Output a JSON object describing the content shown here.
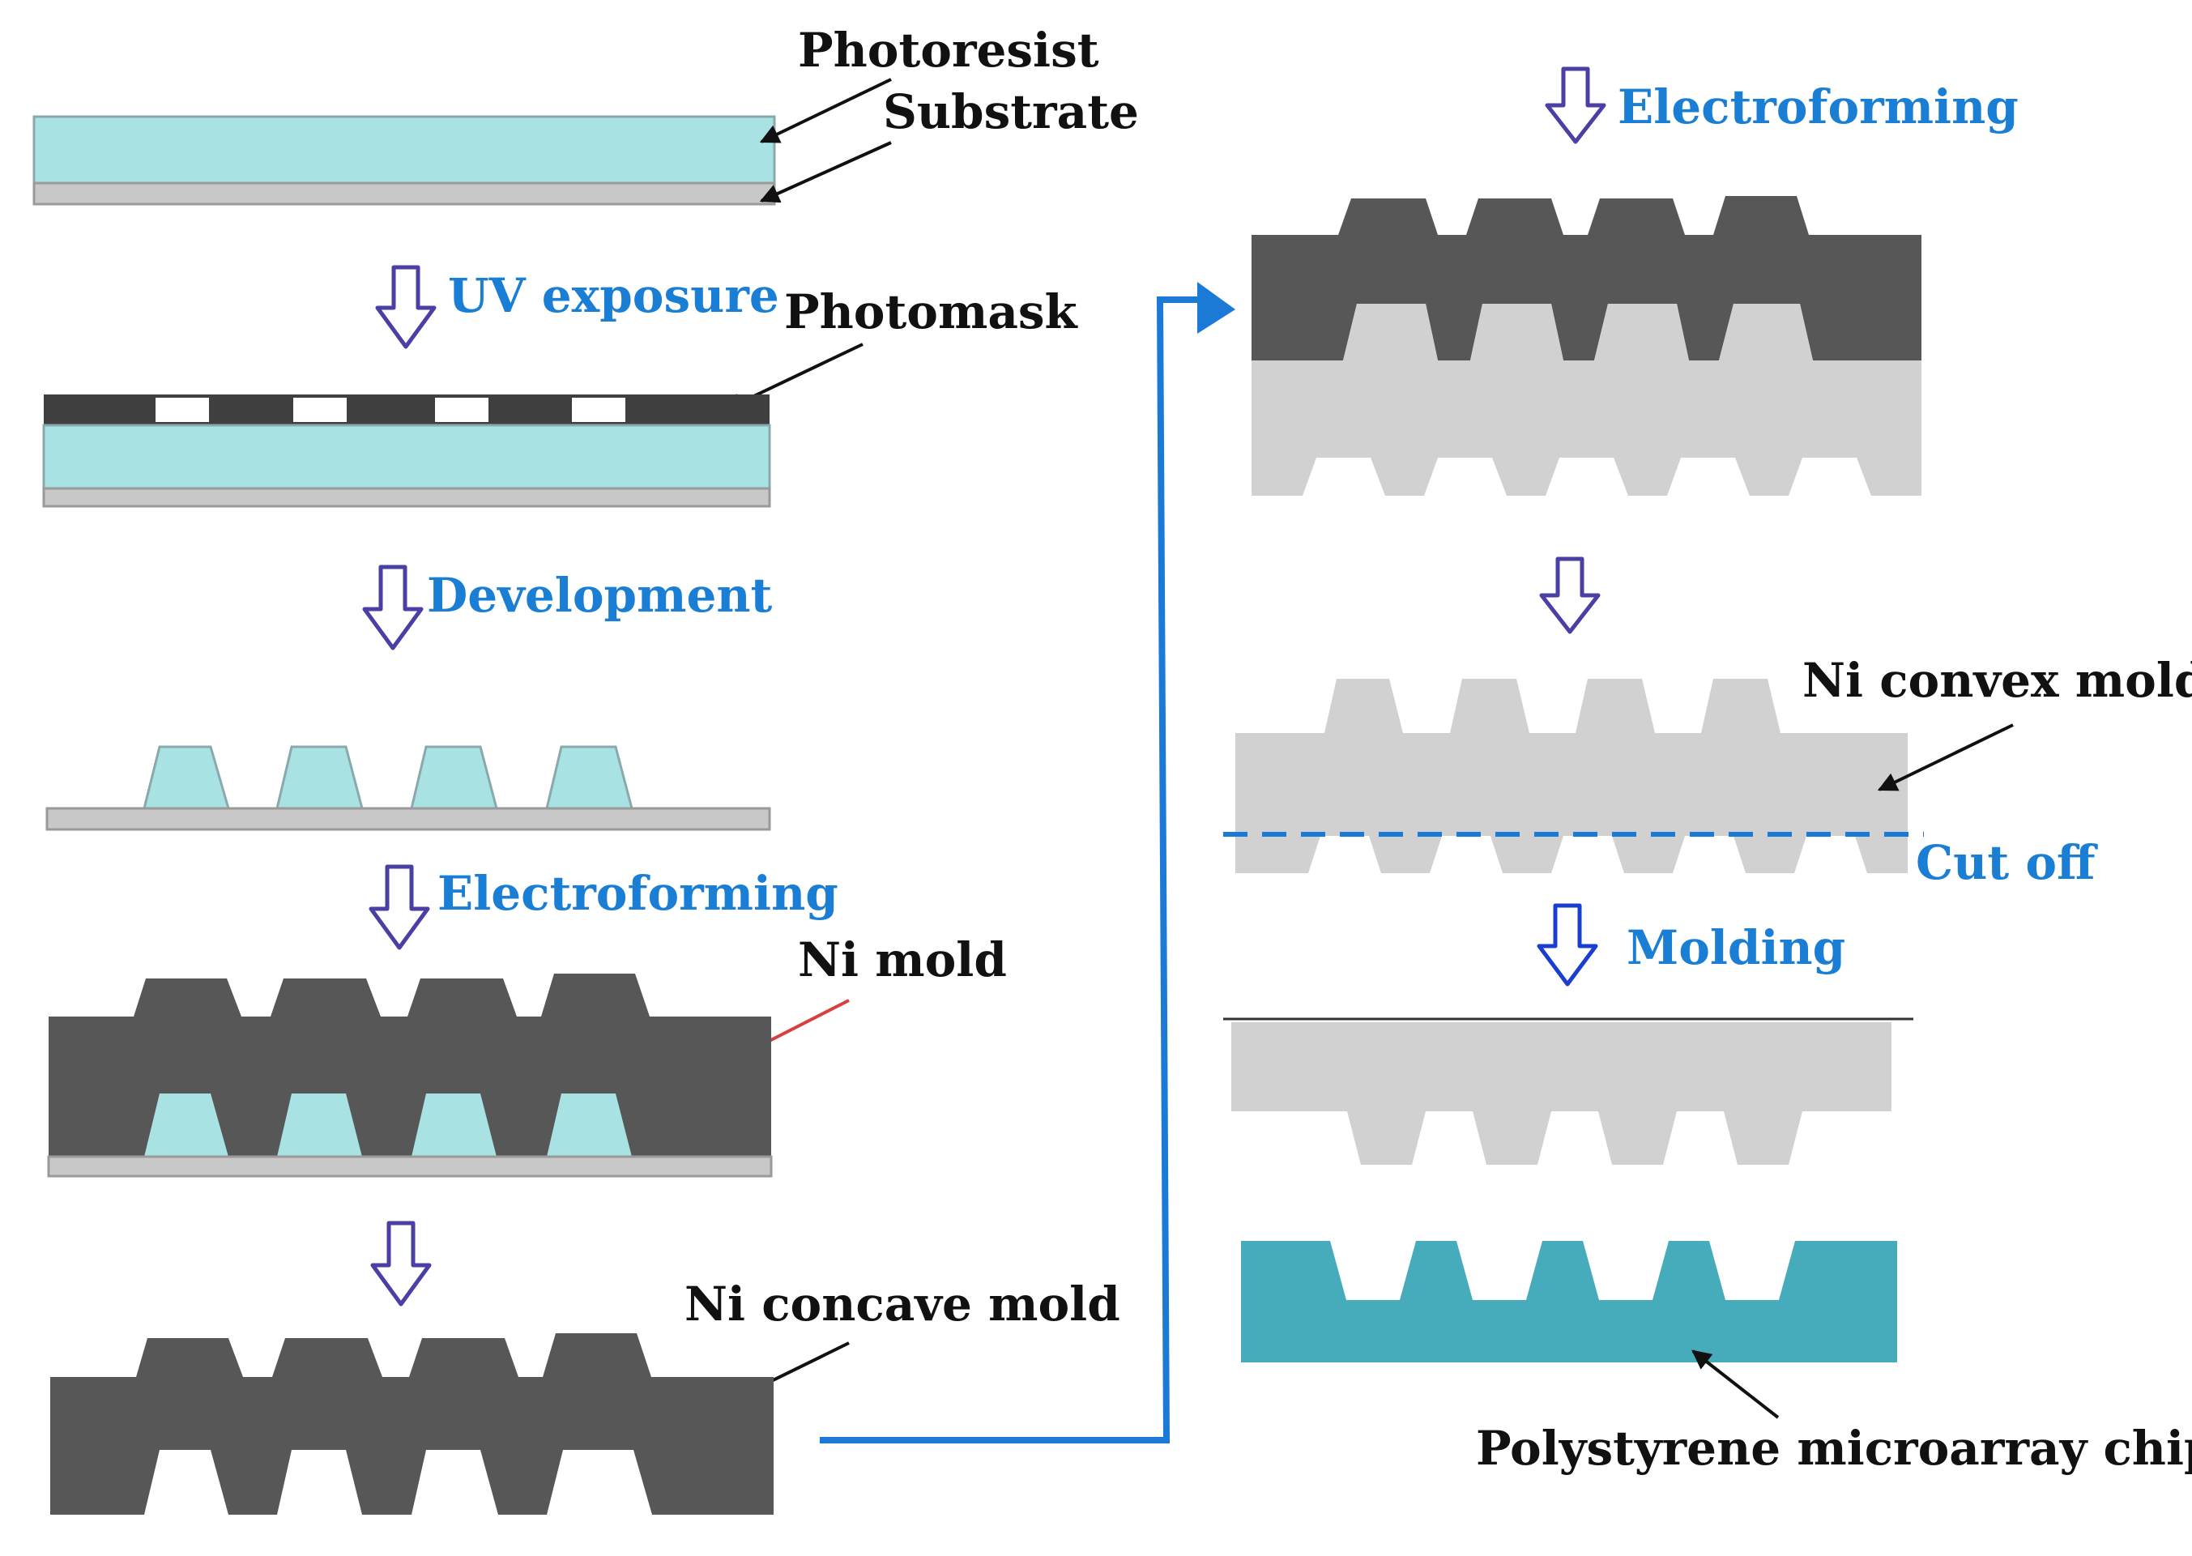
{
  "labels": {
    "photoresist": "Photoresist",
    "substrate": "Substrate",
    "photomask": "Photomask",
    "ni_mold": "Ni mold",
    "ni_concave_mold": "Ni concave mold",
    "ni_convex_mold": "Ni convex mold",
    "cut_off": "Cut off",
    "polystyrene_chip": "Polystyrene microarray chip"
  },
  "steps": {
    "uv_exposure": "UV exposure",
    "development": "Development",
    "electroforming_1": "Electroforming",
    "electroforming_2": "Electroforming",
    "molding": "Molding"
  },
  "colors": {
    "photoresist": "#a8e2e2",
    "substrate": "#c8c8c8",
    "nickel": "#575757",
    "nickel_light": "#d1d1d1",
    "polystyrene": "#46abba",
    "step_text": "#1a7fd4",
    "flow_line": "#1a7ad6",
    "step_arrow": "#4a3fa5"
  }
}
